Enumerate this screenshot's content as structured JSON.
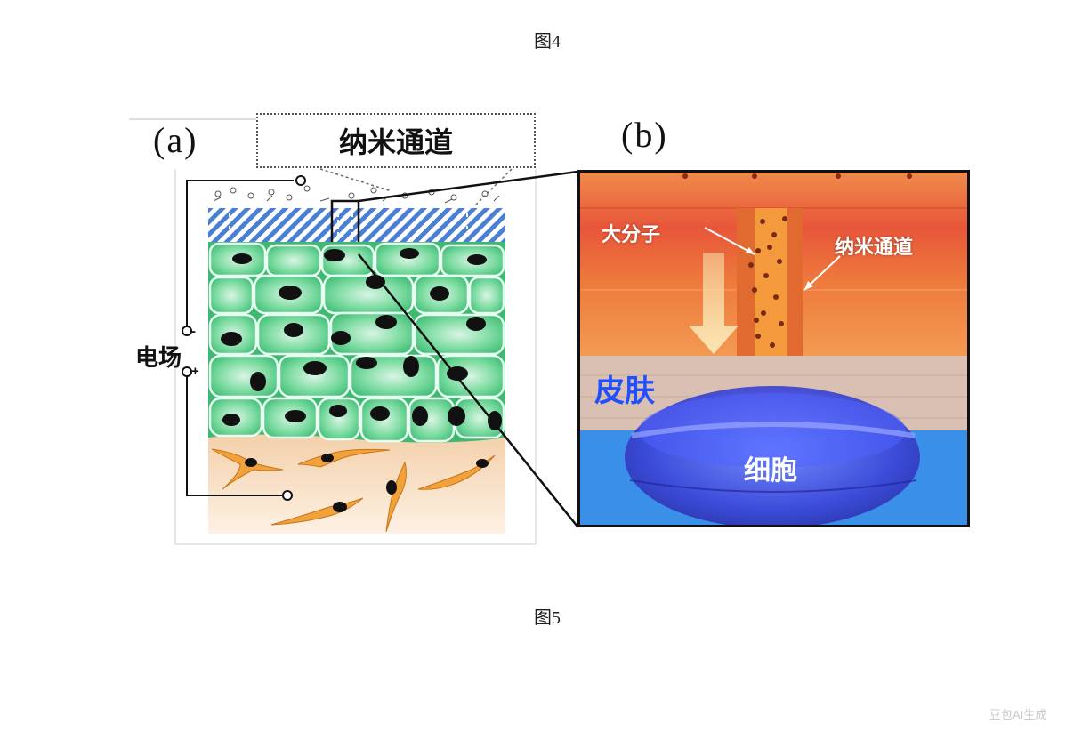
{
  "captions": {
    "top": "图4",
    "bottom": "图5"
  },
  "panel_a": {
    "label": "(a)",
    "nanochannel_label": "纳米通道",
    "field_label": "电场",
    "minus_sign": "-",
    "plus_sign": "+"
  },
  "panel_b": {
    "label": "(b)",
    "macromolecule_label": "大分子",
    "nanochannel_label": "纳米通道",
    "skin_label": "皮肤",
    "cell_label": "细胞"
  },
  "watermark": "豆包AI生成",
  "colors": {
    "stripe_blue": "#4a7fd6",
    "epidermis_green": "#5ccf8a",
    "nucleus": "#111111",
    "dermis": "#f6d7b6",
    "fibroblast": "#f2a23a",
    "orange_layer": "#e8642e",
    "skin_band": "#d9c0b2",
    "blue_layer": "#3a8fe8",
    "cell_blue": "#3c46d8"
  }
}
